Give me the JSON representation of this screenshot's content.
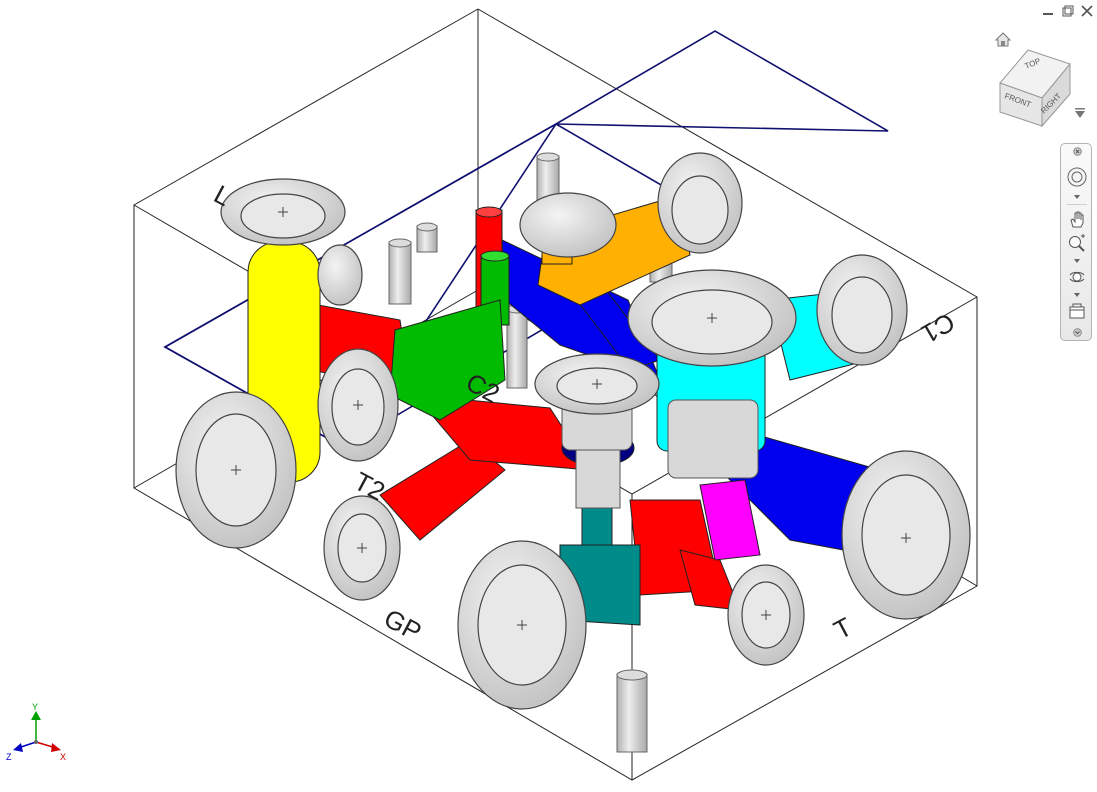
{
  "viewport": {
    "port_labels": {
      "l": "L",
      "t2": "T2",
      "c2": "C2",
      "gp": "GP",
      "t": "T",
      "c1": "C1"
    }
  },
  "view_cube": {
    "top": "TOP",
    "front": "FRONT",
    "right": "RIGHT"
  },
  "axis_triad": {
    "x": "X",
    "y": "Y",
    "z": "Z"
  },
  "colors": {
    "red": "#ff0000",
    "green": "#00bb00",
    "blue": "#0000ee",
    "yellow": "#ffff00",
    "orange": "#ffb000",
    "cyan": "#00ffff",
    "teal": "#008b8b",
    "magenta": "#ff00ff",
    "navy": "#000080",
    "gray": "#d8d8d8"
  }
}
